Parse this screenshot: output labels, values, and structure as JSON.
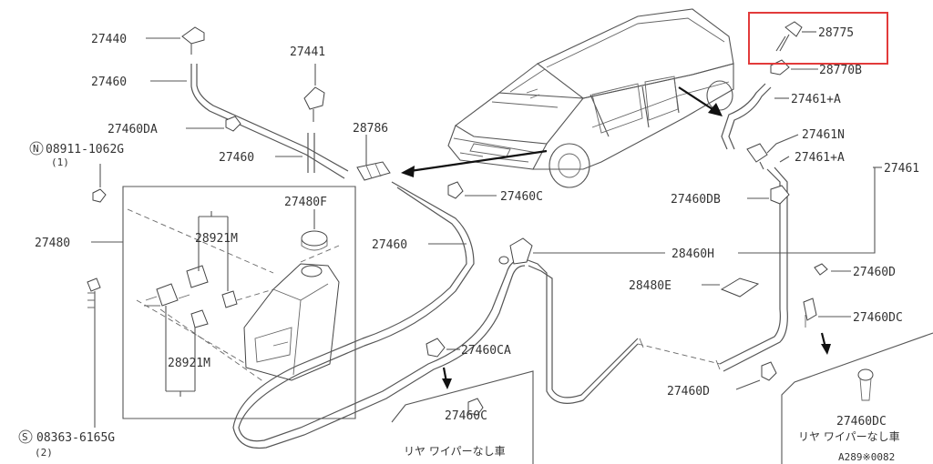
{
  "labels": {
    "p27440": "27440",
    "p27441": "27441",
    "p27460_top": "27460",
    "p27460DA": "27460DA",
    "p08911_code": "08911-1062G",
    "p08911_prefix": "N",
    "p08911_qty": "(1)",
    "p27460_mid": "27460",
    "p28786": "28786",
    "p27480F": "27480F",
    "p27480": "27480",
    "p28921M_top": "28921M",
    "p28921M_bot": "28921M",
    "p27460_hose": "27460",
    "p27460C": "27460C",
    "p28775": "28775",
    "p28770B": "28770B",
    "p27461A_top": "27461+A",
    "p27461N": "27461N",
    "p27461A_mid": "27461+A",
    "p27461_right": "27461",
    "p27460DB": "27460DB",
    "p28460H": "28460H",
    "p27460D_right": "27460D",
    "p28480E": "28480E",
    "p27460DC": "27460DC",
    "p27460CA": "27460CA",
    "p27460D_bottom": "27460D",
    "p08363_code": "08363-6165G",
    "p08363_prefix": "S",
    "p08363_qty": "(2)",
    "detail_left_part": "27460C",
    "detail_left_note": "リヤ ワイパーなし車",
    "detail_right_part": "27460DC",
    "detail_right_note": "リヤ ワイパーなし車",
    "figure_ref": "A289※0082"
  },
  "colors": {
    "line": "#555555",
    "text": "#333333",
    "highlight": "#e23b3b",
    "arrow": "#111111"
  }
}
